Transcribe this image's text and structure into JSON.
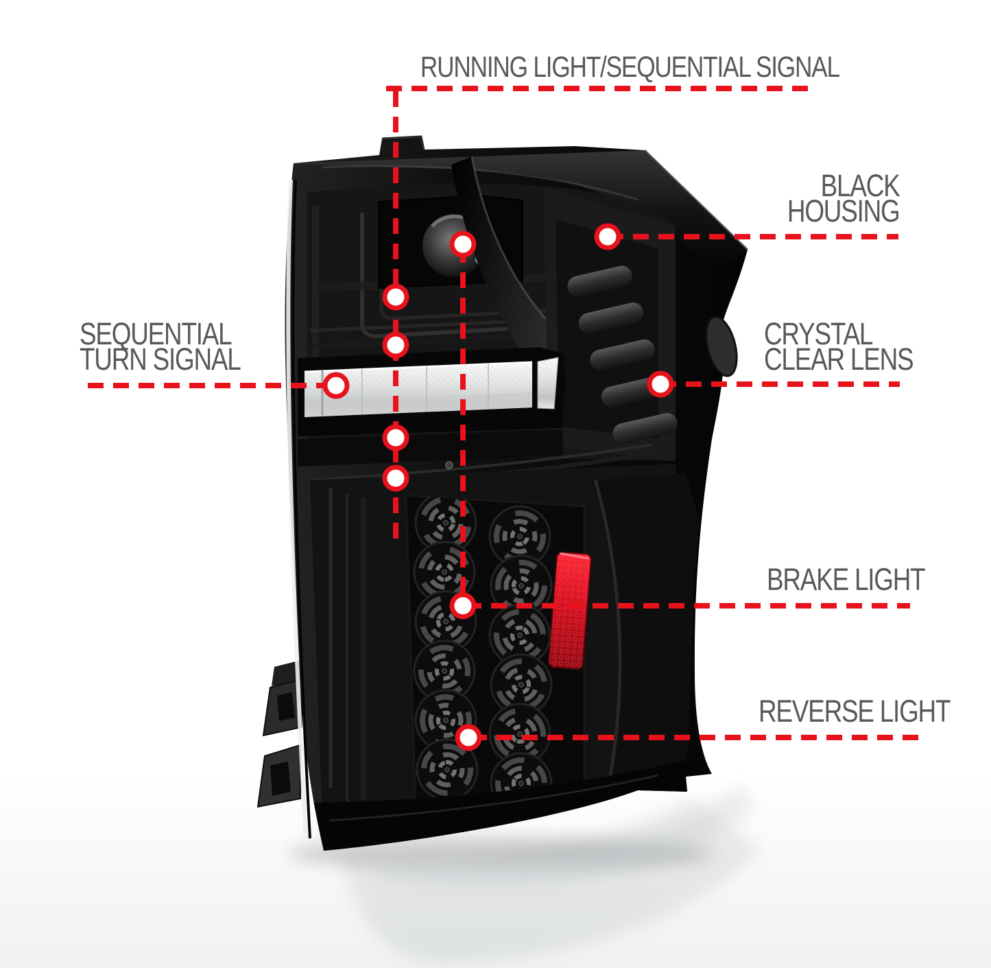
{
  "callouts": {
    "running_light": {
      "label": "RUNNING LIGHT/SEQUENTIAL SIGNAL"
    },
    "black_housing": {
      "line1": "BLACK",
      "line2": "HOUSING"
    },
    "sequential_turn_signal": {
      "line1": "SEQUENTIAL",
      "line2": "TURN SIGNAL"
    },
    "crystal_clear_lens": {
      "line1": "CRYSTAL",
      "line2": "CLEAR LENS"
    },
    "brake_light": {
      "label": "BRAKE LIGHT"
    },
    "reverse_light": {
      "label": "REVERSE LIGHT"
    }
  },
  "colors": {
    "annotation_red": "#e8121c",
    "label_gray": "#58595b",
    "reflector_red": "#d41120",
    "housing_black": "#0a0a0a",
    "lens_clear": "#ededed"
  }
}
